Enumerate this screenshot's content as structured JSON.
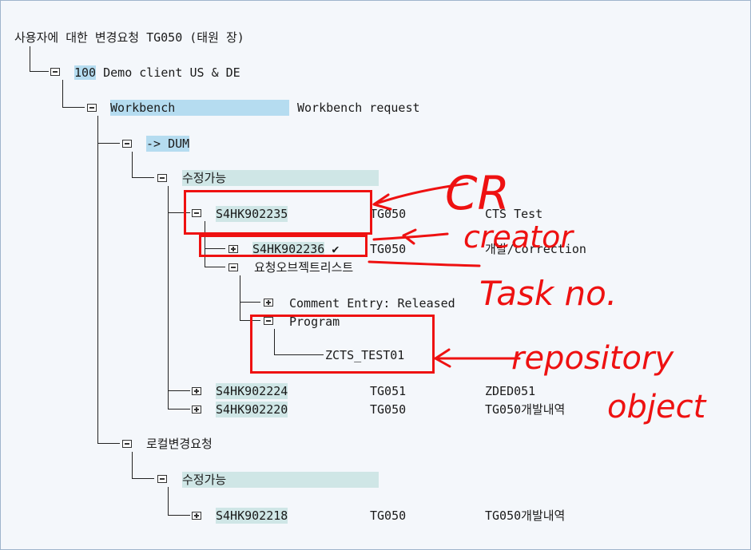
{
  "title": "사용자에 대한 변경요청 TG050 (태원 장)",
  "client": {
    "id": "100",
    "name": "Demo client US & DE"
  },
  "workbench": {
    "label": "Workbench",
    "desc": "Workbench request"
  },
  "target": "-> DUM",
  "modifiable_1": "수정가능",
  "req1": {
    "id": "S4HK902235",
    "owner": "TG050",
    "desc": "CTS Test"
  },
  "task1": {
    "id": "S4HK902236",
    "check": "✔",
    "owner": "TG050",
    "desc": "개발/correction"
  },
  "objlist": "요청오브젝트리스트",
  "comment": "Comment Entry: Released",
  "program": "Program",
  "program_obj": "ZCTS_TEST01",
  "req2": {
    "id": "S4HK902224",
    "owner": "TG051",
    "desc": "ZDED051"
  },
  "req3": {
    "id": "S4HK902220",
    "owner": "TG050",
    "desc": "TG050개발내역"
  },
  "local": "로컬변경요청",
  "modifiable_2": "수정가능",
  "req4": {
    "id": "S4HK902218",
    "owner": "TG050",
    "desc": "TG050개발내역"
  },
  "annotations": {
    "cr": "CR",
    "creator": "creator",
    "task_no": "Task no.",
    "repository_object": "repository object"
  },
  "colors": {
    "annotation": "#ee1111",
    "highlight_blue": "#b5dcf0",
    "highlight_teal": "#cfe6e6"
  }
}
